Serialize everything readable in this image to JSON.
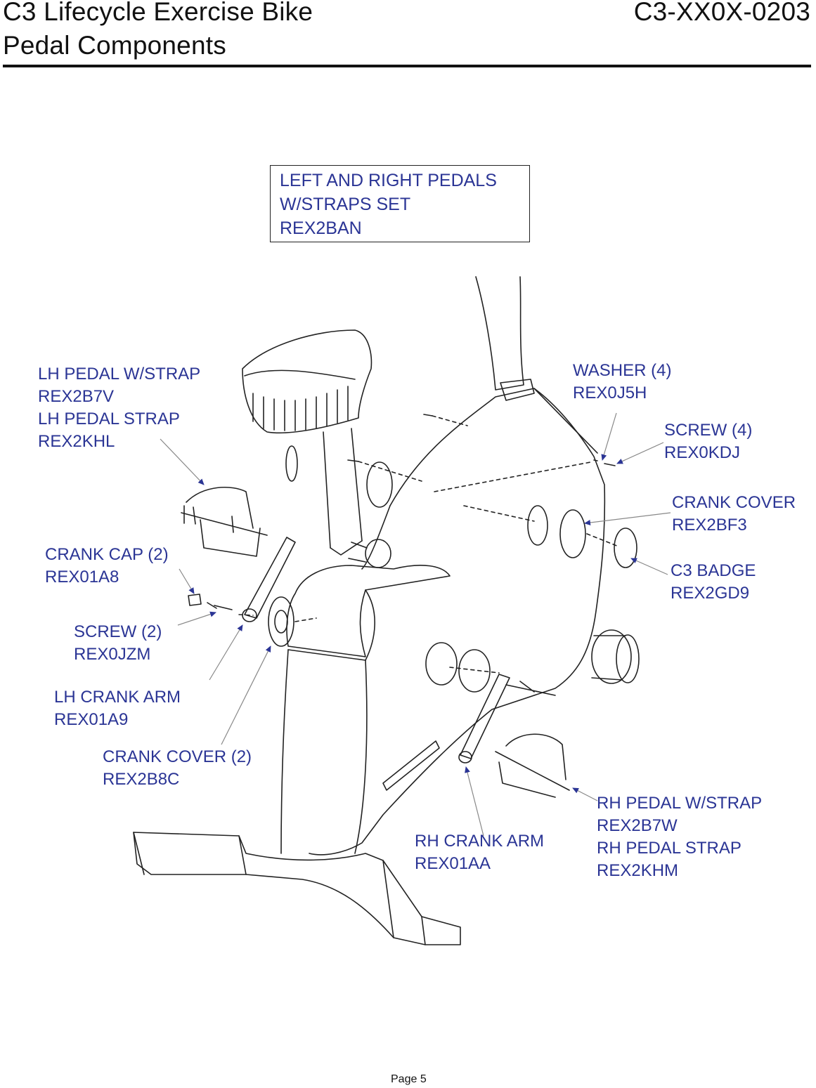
{
  "header": {
    "title": "C3 Lifecycle Exercise Bike",
    "subtitle": "Pedal Components",
    "doc_number": "C3-XX0X-0203"
  },
  "set_box": {
    "line1": "LEFT AND RIGHT PEDALS",
    "line2": "W/STRAPS SET",
    "part": "REX2BAN"
  },
  "callouts": {
    "lh_pedal": {
      "name": "LH PEDAL W/STRAP",
      "part": "REX2B7V",
      "strap_name": "LH PEDAL STRAP",
      "strap_part": "REX2KHL"
    },
    "washer": {
      "name": "WASHER (4)",
      "part": "REX0J5H"
    },
    "screw4": {
      "name": "SCREW (4)",
      "part": "REX0KDJ"
    },
    "crank_cover": {
      "name": "CRANK COVER",
      "part": "REX2BF3"
    },
    "crank_cap": {
      "name": "CRANK CAP (2)",
      "part": "REX01A8"
    },
    "c3_badge": {
      "name": "C3 BADGE",
      "part": "REX2GD9"
    },
    "screw2": {
      "name": "SCREW (2)",
      "part": "REX0JZM"
    },
    "lh_crank_arm": {
      "name": "LH CRANK ARM",
      "part": "REX01A9"
    },
    "crank_cover2": {
      "name": "CRANK COVER (2)",
      "part": "REX2B8C"
    },
    "rh_pedal": {
      "name": "RH PEDAL W/STRAP",
      "part": "REX2B7W",
      "strap_name": "RH PEDAL STRAP",
      "strap_part": "REX2KHM"
    },
    "rh_crank_arm": {
      "name": "RH CRANK ARM",
      "part": "REX01AA"
    }
  },
  "footer": {
    "page": "Page 5"
  },
  "colors": {
    "label": "#2b3595",
    "line": "#222222"
  }
}
